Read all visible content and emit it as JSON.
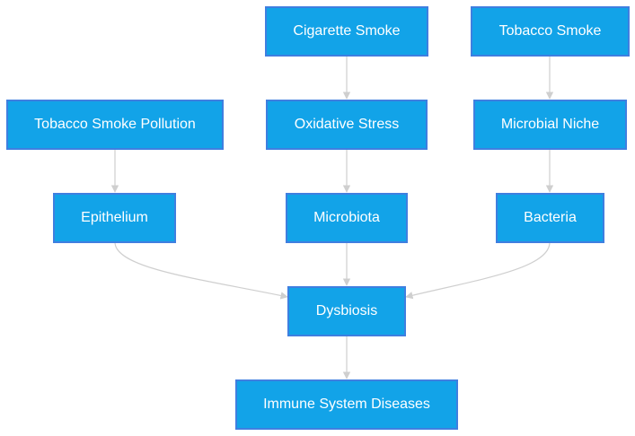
{
  "diagram": {
    "nodes": {
      "cigarette_smoke": "Cigarette Smoke",
      "tobacco_smoke": "Tobacco Smoke",
      "tobacco_smoke_pollution": "Tobacco Smoke Pollution",
      "oxidative_stress": "Oxidative Stress",
      "microbial_niche": "Microbial Niche",
      "epithelium": "Epithelium",
      "microbiota": "Microbiota",
      "bacteria": "Bacteria",
      "dysbiosis": "Dysbiosis",
      "immune_system_diseases": "Immune System Diseases"
    },
    "edges": [
      {
        "from": "cigarette_smoke",
        "to": "oxidative_stress"
      },
      {
        "from": "tobacco_smoke",
        "to": "microbial_niche"
      },
      {
        "from": "tobacco_smoke_pollution",
        "to": "epithelium"
      },
      {
        "from": "oxidative_stress",
        "to": "microbiota"
      },
      {
        "from": "microbial_niche",
        "to": "bacteria"
      },
      {
        "from": "epithelium",
        "to": "dysbiosis"
      },
      {
        "from": "microbiota",
        "to": "dysbiosis"
      },
      {
        "from": "bacteria",
        "to": "dysbiosis"
      },
      {
        "from": "dysbiosis",
        "to": "immune_system_diseases"
      }
    ],
    "colors": {
      "node_fill": "#12a3e8",
      "node_border": "#3f7fe0",
      "node_text": "#ffffff",
      "edge": "#cfcfcf"
    }
  }
}
